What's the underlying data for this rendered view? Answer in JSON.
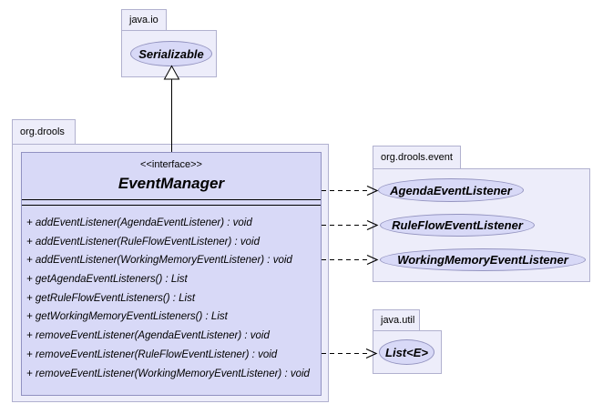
{
  "packages": {
    "java_io": {
      "label": "java.io"
    },
    "org_drools": {
      "label": "org.drools"
    },
    "org_drools_event": {
      "label": "org.drools.event"
    },
    "java_util": {
      "label": "java.util"
    }
  },
  "nodes": {
    "serializable": {
      "label": "Serializable"
    },
    "agenda_event_listener": {
      "label": "AgendaEventListener"
    },
    "rule_flow_event_listener": {
      "label": "RuleFlowEventListener"
    },
    "working_memory_event_listener": {
      "label": "WorkingMemoryEventListener"
    },
    "list_e": {
      "label": "List<E>"
    }
  },
  "event_manager": {
    "stereotype": "<<interface>>",
    "name": "EventManager",
    "methods": [
      "+ addEventListener(AgendaEventListener) : void",
      "+ addEventListener(RuleFlowEventListener) : void",
      "+ addEventListener(WorkingMemoryEventListener) : void",
      "+ getAgendaEventListeners() : List",
      "+ getRuleFlowEventListeners() : List",
      "+ getWorkingMemoryEventListeners() : List",
      "+ removeEventListener(AgendaEventListener) : void",
      "+ removeEventListener(RuleFlowEventListener) : void",
      "+ removeEventListener(WorkingMemoryEventListener) : void"
    ]
  },
  "colors": {
    "package_fill": "#ededfa",
    "node_fill": "#d8d9f7",
    "package_border": "#b1b1cf",
    "node_border": "#9494c0",
    "connector": "#000000"
  }
}
